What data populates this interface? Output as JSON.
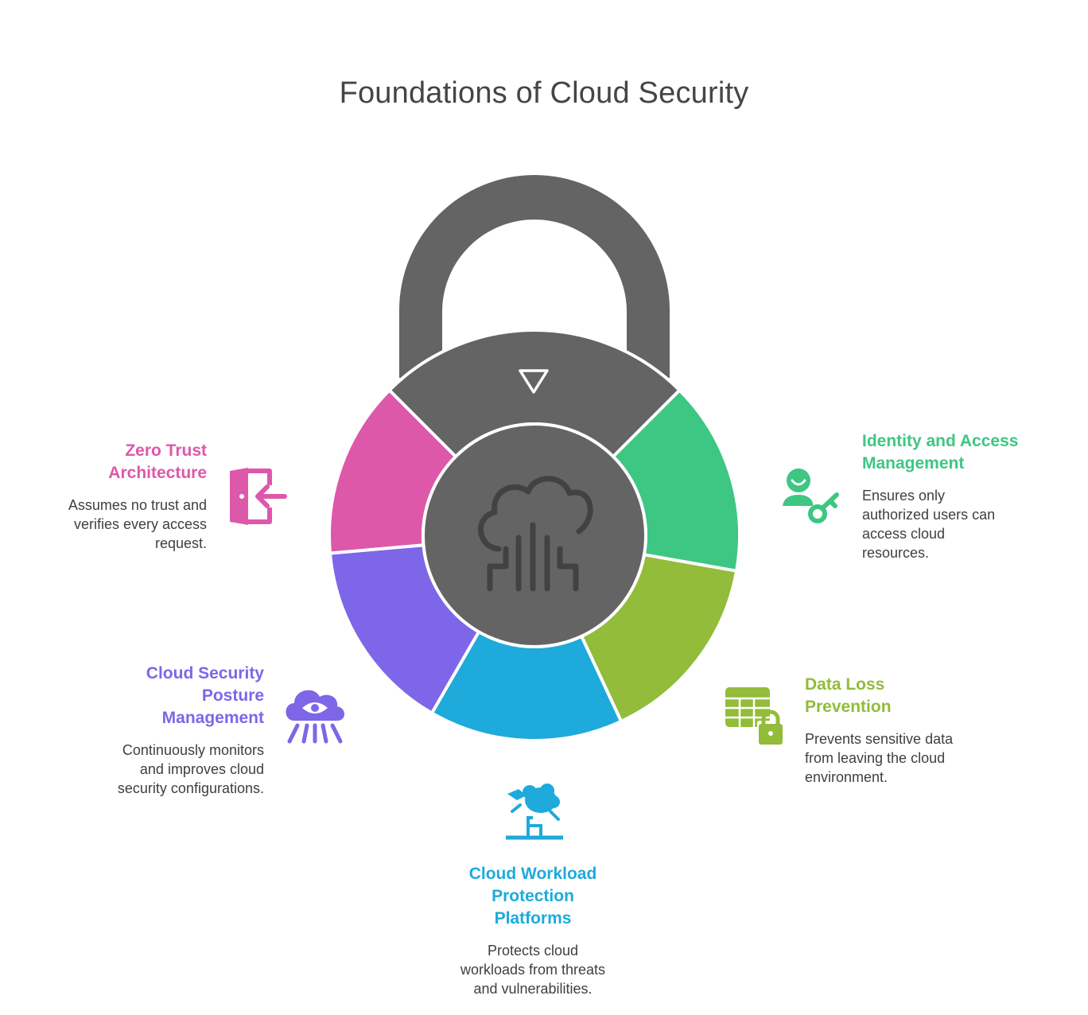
{
  "title": "Foundations of Cloud Security",
  "colors": {
    "lock_gray": "#646464",
    "zero_trust": "#DE58AA",
    "identity": "#3EC683",
    "data_loss": "#92BC3A",
    "workload": "#1EAADB",
    "posture": "#7E66E8"
  },
  "segments": [
    {
      "key": "zero_trust",
      "heading": [
        "Zero Trust",
        "Architecture"
      ],
      "desc": [
        "Assumes no trust and",
        "verifies every access",
        "request."
      ],
      "icon": "door-enter-icon"
    },
    {
      "key": "identity",
      "heading": [
        "Identity and Access",
        "Management"
      ],
      "desc": [
        "Ensures only",
        "authorized users can",
        "access cloud",
        "resources."
      ],
      "icon": "user-key-icon"
    },
    {
      "key": "data_loss",
      "heading": [
        "Data Loss",
        "Prevention"
      ],
      "desc": [
        "Prevents sensitive data",
        "from leaving the cloud",
        "environment."
      ],
      "icon": "table-lock-icon"
    },
    {
      "key": "workload",
      "heading": [
        "Cloud Workload",
        "Protection",
        "Platforms"
      ],
      "desc": [
        "Protects cloud",
        "workloads from threats",
        "and vulnerabilities."
      ],
      "icon": "sheep-jump-icon"
    },
    {
      "key": "posture",
      "heading": [
        "Cloud Security",
        "Posture",
        "Management"
      ],
      "desc": [
        "Continuously monitors",
        "and improves cloud",
        "security configurations."
      ],
      "icon": "cloud-eye-icon"
    }
  ],
  "center_icon": "cloud-circuit-icon",
  "top_icon": "triangle-down-icon"
}
